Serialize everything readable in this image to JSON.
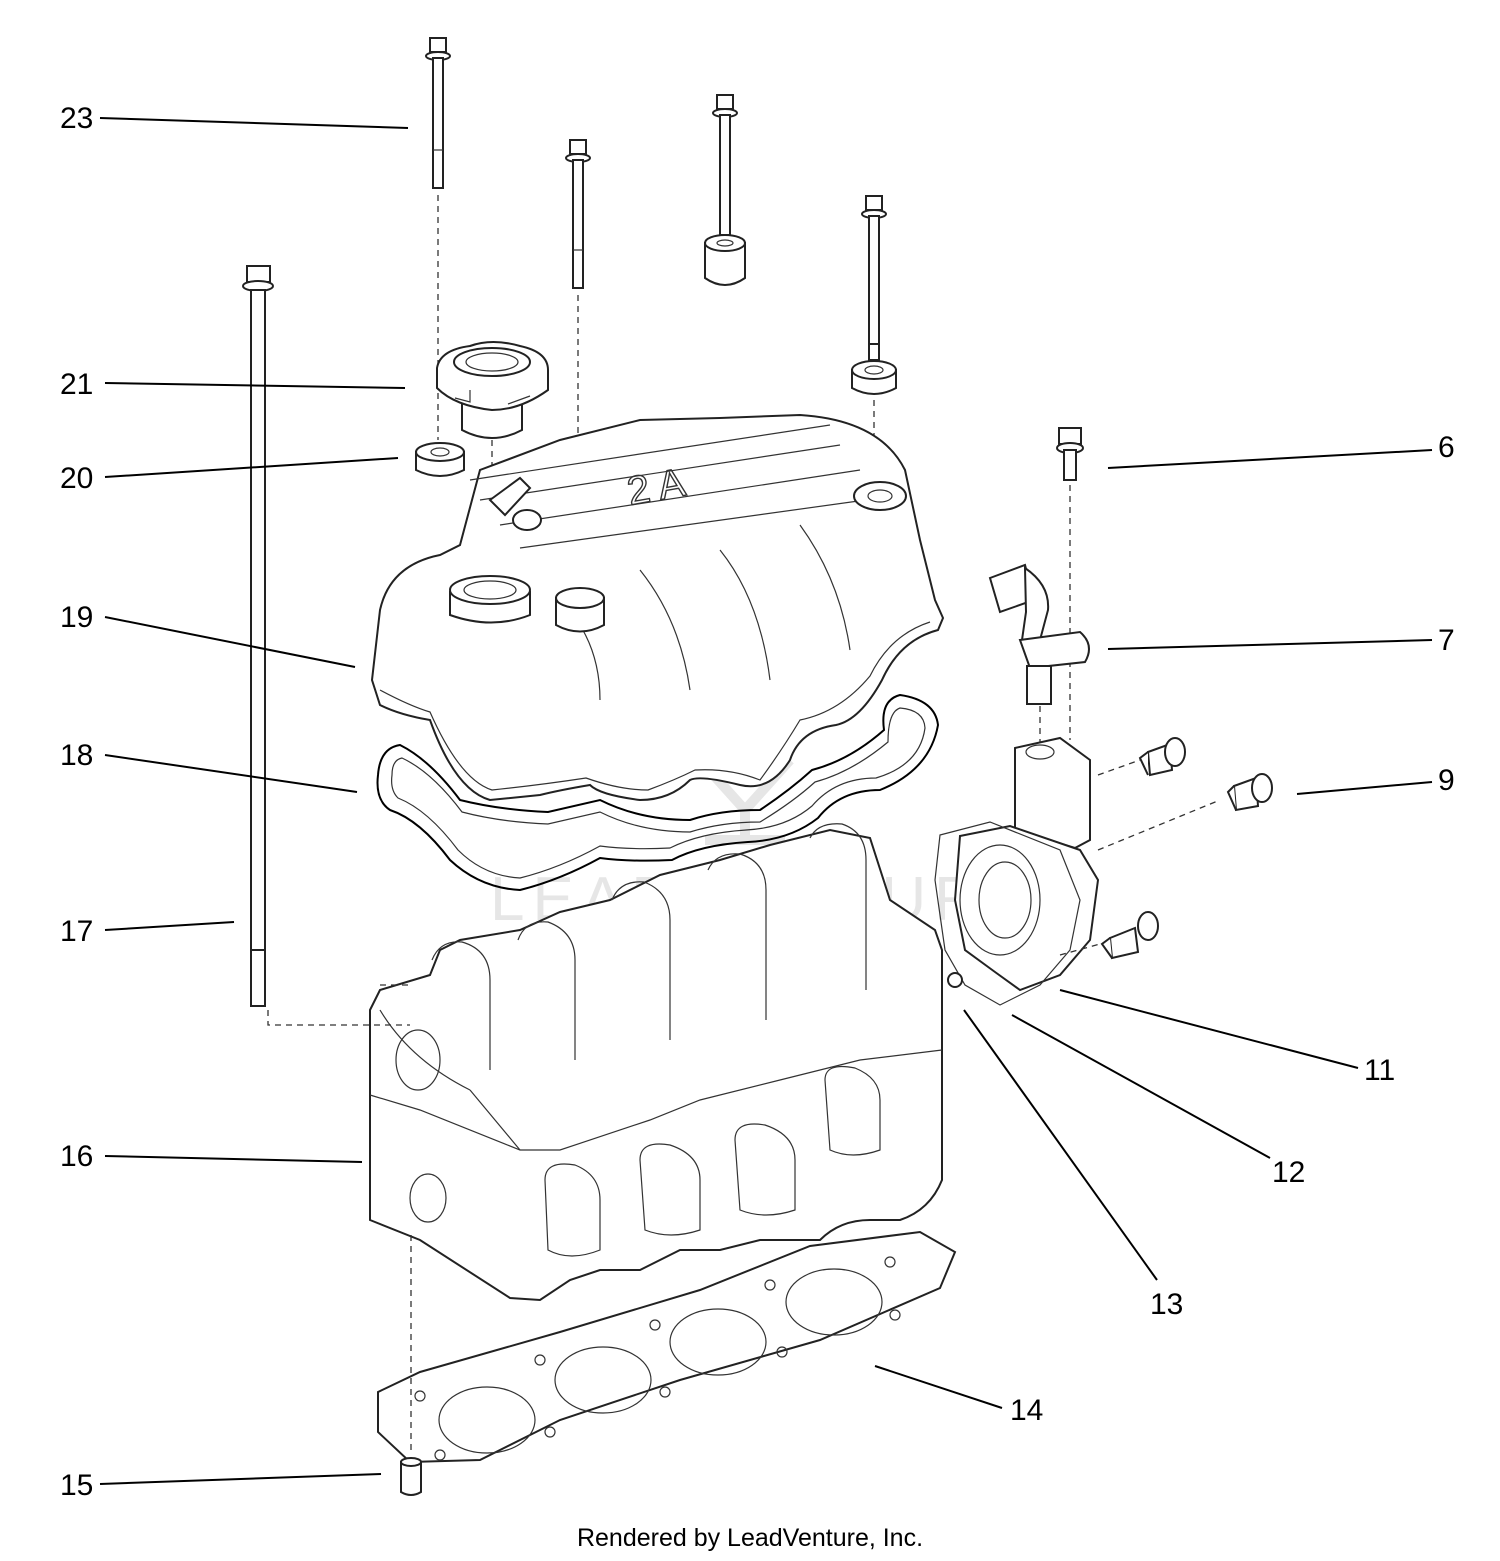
{
  "callouts": [
    {
      "id": "23",
      "text": "23"
    },
    {
      "id": "21",
      "text": "21"
    },
    {
      "id": "20",
      "text": "20"
    },
    {
      "id": "19",
      "text": "19"
    },
    {
      "id": "18",
      "text": "18"
    },
    {
      "id": "17",
      "text": "17"
    },
    {
      "id": "16",
      "text": "16"
    },
    {
      "id": "15",
      "text": "15"
    },
    {
      "id": "14",
      "text": "14"
    },
    {
      "id": "13",
      "text": "13"
    },
    {
      "id": "12",
      "text": "12"
    },
    {
      "id": "11",
      "text": "11"
    },
    {
      "id": "9",
      "text": "9"
    },
    {
      "id": "7",
      "text": "7"
    },
    {
      "id": "6",
      "text": "6"
    }
  ],
  "credit": "Rendered by LeadVenture, Inc.",
  "watermark": "LEADVENTURE",
  "colors": {
    "ink": "#000000",
    "background": "#ffffff",
    "watermark": "#e6e6e6"
  }
}
